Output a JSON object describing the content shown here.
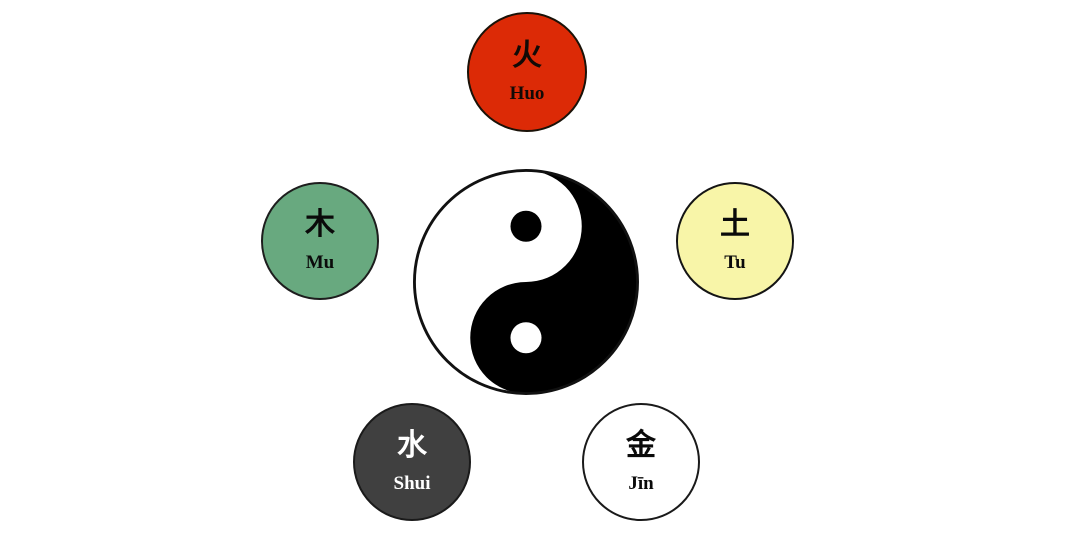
{
  "diagram": {
    "title": "Wu Xing five elements around taijitu",
    "background_color": "#ffffff"
  },
  "center_symbol": {
    "name": "taijitu",
    "light_color": "#ffffff",
    "dark_color": "#000000",
    "outline_color": "#111111",
    "light_dot_label": "yin-dot-in-yang",
    "dark_dot_label": "yang-dot-in-yin"
  },
  "elements": [
    {
      "key": "fire",
      "glyph": "火",
      "roman": "Huo",
      "fill": "#DC2A06",
      "stroke": "#1a1208",
      "text_color": "#120a06",
      "position": "top"
    },
    {
      "key": "wood",
      "glyph": "木",
      "roman": "Mu",
      "fill": "#68A97F",
      "stroke": "#1d1d1d",
      "text_color": "#0a0a0a",
      "position": "left"
    },
    {
      "key": "earth",
      "glyph": "土",
      "roman": "Tu",
      "fill": "#F8F5A8",
      "stroke": "#141414",
      "text_color": "#0a0a0a",
      "position": "right"
    },
    {
      "key": "water",
      "glyph": "水",
      "roman": "Shui",
      "fill": "#404040",
      "stroke": "#1a1a1a",
      "text_color": "#ffffff",
      "position": "bottom-left"
    },
    {
      "key": "metal",
      "glyph": "金",
      "roman": "Jīn",
      "fill": "#ffffff",
      "stroke": "#1a1a1a",
      "text_color": "#0a0a0a",
      "position": "bottom-right"
    }
  ]
}
